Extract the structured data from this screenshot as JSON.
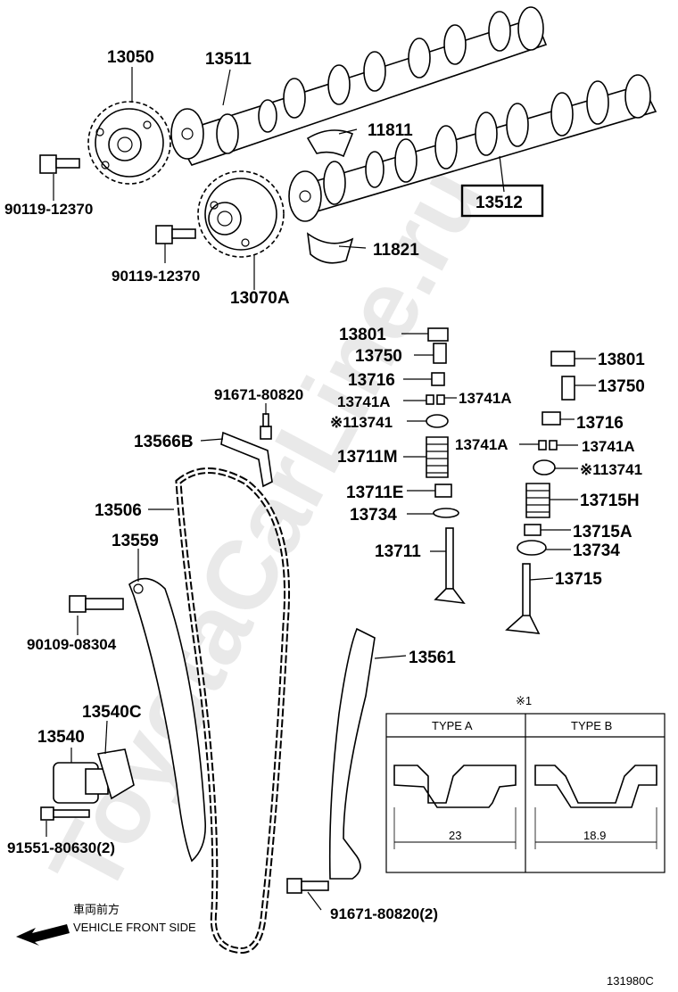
{
  "watermark": "ToyotaCarLine.ru",
  "diagram_code": "131980C",
  "front_side": {
    "jp": "車両前方",
    "en": "VEHICLE FRONT SIDE"
  },
  "note_symbol": "※1",
  "parts": {
    "p13050": "13050",
    "p13511": "13511",
    "p11811": "11811",
    "p13512": "13512",
    "p11821": "11821",
    "bolt1": "90119-12370",
    "bolt2": "90119-12370",
    "p13070A": "13070A",
    "p13801a": "13801",
    "p13750a": "13750",
    "p13716a": "13716",
    "p13741Aa": "13741A",
    "p13741Ab": "13741A",
    "p13741a": "※113741",
    "p13711M": "13711M",
    "p13711E": "13711E",
    "p13734a": "13734",
    "p13711": "13711",
    "p13801b": "13801",
    "p13750b": "13750",
    "p13716b": "13716",
    "p13741Ac": "13741A",
    "p13741Ad": "13741A",
    "p13741b": "※113741",
    "p13715H": "13715H",
    "p13715A": "13715A",
    "p13734b": "13734",
    "p13715": "13715",
    "bolt3": "91671-80820",
    "p13566B": "13566B",
    "p13506": "13506",
    "p13559": "13559",
    "bolt4": "90109-08304",
    "p13540C": "13540C",
    "p13540": "13540",
    "bolt5": "91551-80630(2)",
    "p13561": "13561",
    "bolt6": "91671-80820(2)"
  },
  "table": {
    "type_a": "TYPE A",
    "type_b": "TYPE B",
    "dim_a": "23",
    "dim_b": "18.9"
  },
  "highlighted_part": "13512"
}
